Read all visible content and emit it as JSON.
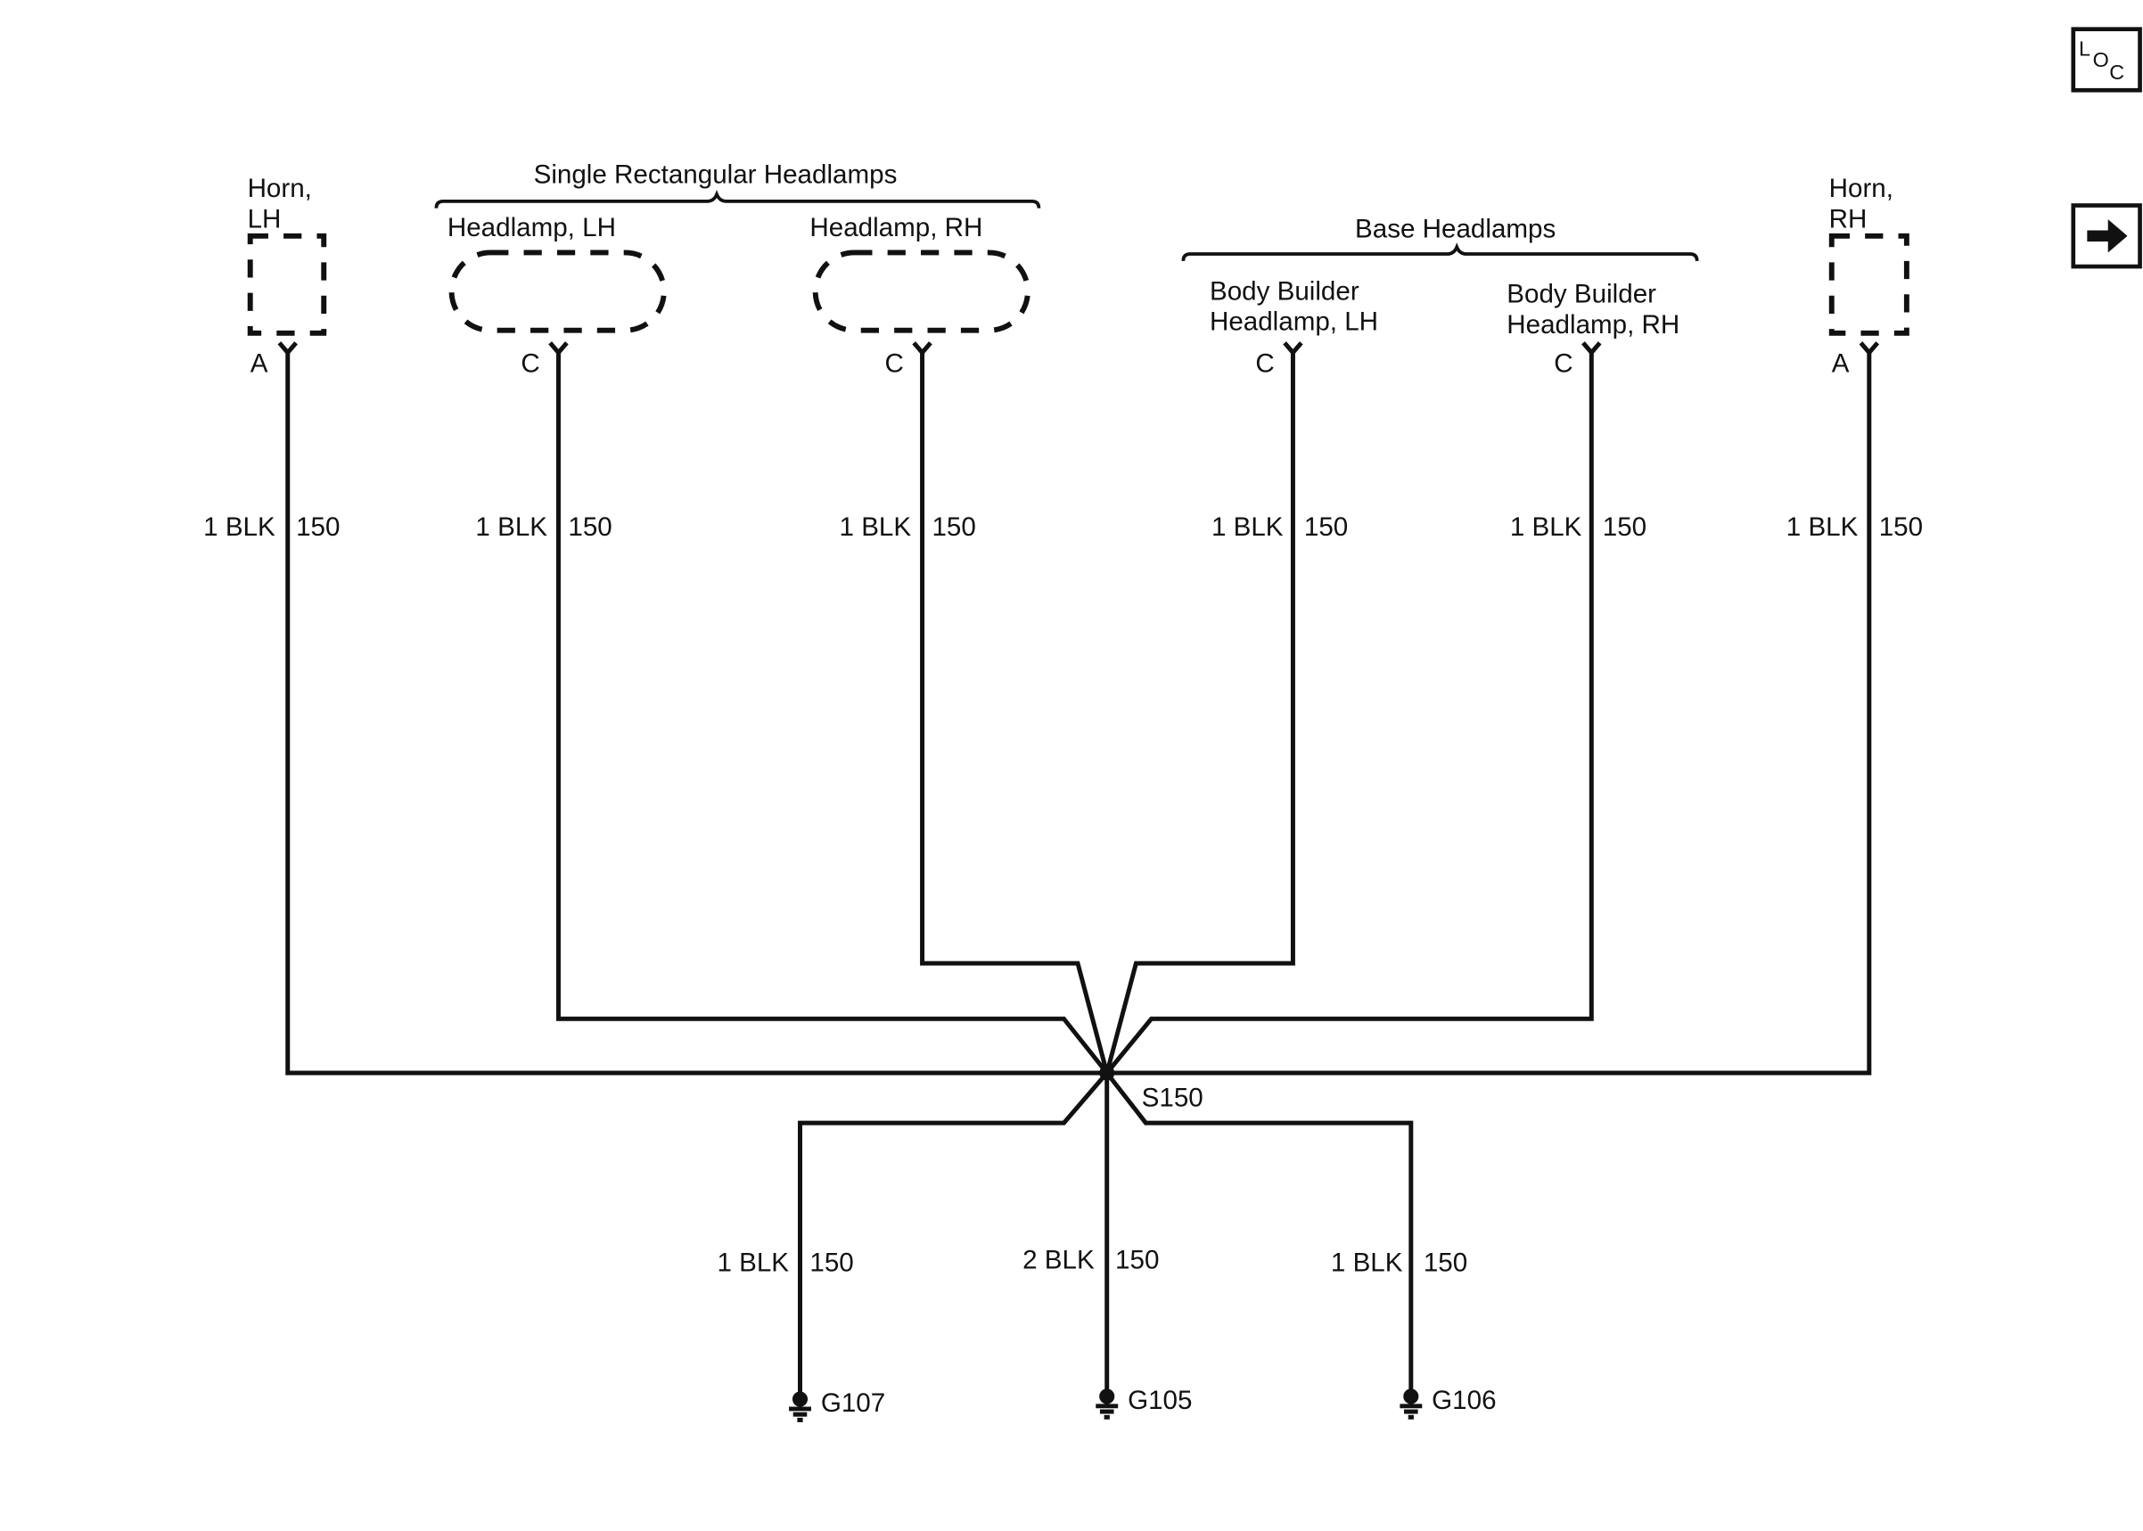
{
  "components": {
    "horn_lh": {
      "name_line1": "Horn,",
      "name_line2": "LH",
      "pin": "A"
    },
    "horn_rh": {
      "name_line1": "Horn,",
      "name_line2": "RH",
      "pin": "A"
    },
    "headlamp_lh": {
      "name": "Headlamp, LH",
      "pin": "C"
    },
    "headlamp_rh": {
      "name": "Headlamp, RH",
      "pin": "C"
    },
    "bb_headlamp_lh": {
      "name_line1": "Body Builder",
      "name_line2": "Headlamp, LH",
      "pin": "C"
    },
    "bb_headlamp_rh": {
      "name_line1": "Body Builder",
      "name_line2": "Headlamp, RH",
      "pin": "C"
    }
  },
  "groups": {
    "single_rect": "Single Rectangular Headlamps",
    "base": "Base Headlamps"
  },
  "wires": {
    "horn_lh": {
      "size_color": "1 BLK",
      "circuit": "150"
    },
    "headlamp_lh": {
      "size_color": "1 BLK",
      "circuit": "150"
    },
    "headlamp_rh": {
      "size_color": "1 BLK",
      "circuit": "150"
    },
    "bb_headlamp_lh": {
      "size_color": "1 BLK",
      "circuit": "150"
    },
    "bb_headlamp_rh": {
      "size_color": "1 BLK",
      "circuit": "150"
    },
    "horn_rh": {
      "size_color": "1 BLK",
      "circuit": "150"
    },
    "to_g107": {
      "size_color": "1 BLK",
      "circuit": "150"
    },
    "to_g105": {
      "size_color": "2 BLK",
      "circuit": "150"
    },
    "to_g106": {
      "size_color": "1 BLK",
      "circuit": "150"
    }
  },
  "splice": {
    "id": "S150"
  },
  "grounds": {
    "g107": "G107",
    "g105": "G105",
    "g106": "G106"
  },
  "icons": {
    "loc": {
      "name": "location-icon",
      "l": "L",
      "o": "O",
      "c": "C"
    },
    "next": {
      "name": "arrow-right-icon"
    }
  }
}
